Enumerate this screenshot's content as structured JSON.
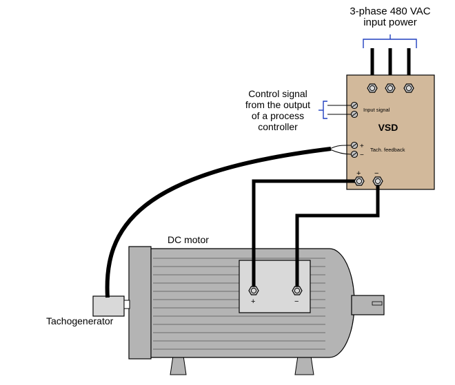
{
  "power": {
    "line1": "3-phase 480 VAC",
    "line2": "input power"
  },
  "control": {
    "line1": "Control signal",
    "line2": "from the output",
    "line3": "of a process",
    "line4": "controller"
  },
  "vsd": {
    "title": "VSD",
    "input_signal_label": "Input signal",
    "tach_feedback_label": "Tach. feedback",
    "tach_plus": "+",
    "tach_minus": "−",
    "out_plus": "+",
    "out_minus": "−"
  },
  "motor": {
    "label": "DC motor",
    "term_plus": "+",
    "term_minus": "−"
  },
  "tachogenerator": {
    "label": "Tachogenerator"
  },
  "colors": {
    "vsd_fill": "#d2b99b",
    "motor_fill": "#b4b4b4",
    "wire": "#000000",
    "signal_bracket": "#1f3fbf"
  }
}
